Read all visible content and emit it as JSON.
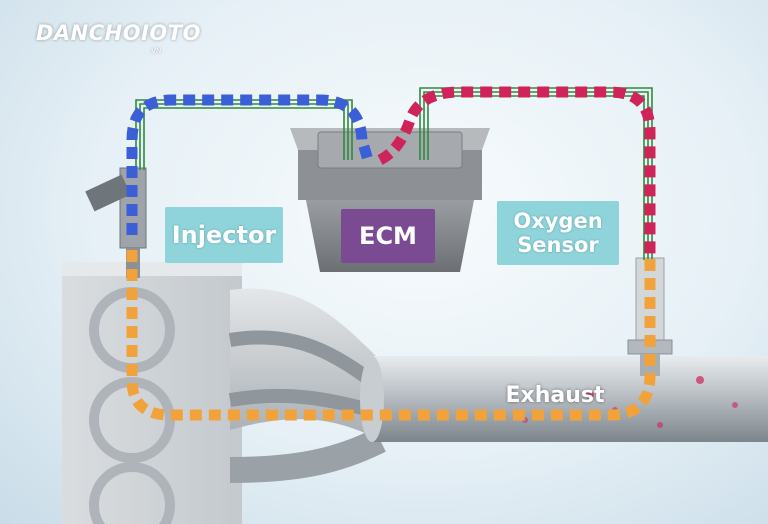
{
  "logo": {
    "brand": "DANCHOIOTO",
    "sub": ".VN"
  },
  "labels": {
    "injector": "Injector",
    "ecm": "ECM",
    "oxygen_line1": "Oxygen",
    "oxygen_line2": "Sensor",
    "exhaust": "Exhaust"
  },
  "colors": {
    "injector_signal": "#3b5fd6",
    "oxygen_signal": "#d0235a",
    "exhaust_path": "#f2a23a",
    "wires": "#2e8b3a",
    "ecm_label": "#7a4a93",
    "callout": "#8ed4da"
  }
}
